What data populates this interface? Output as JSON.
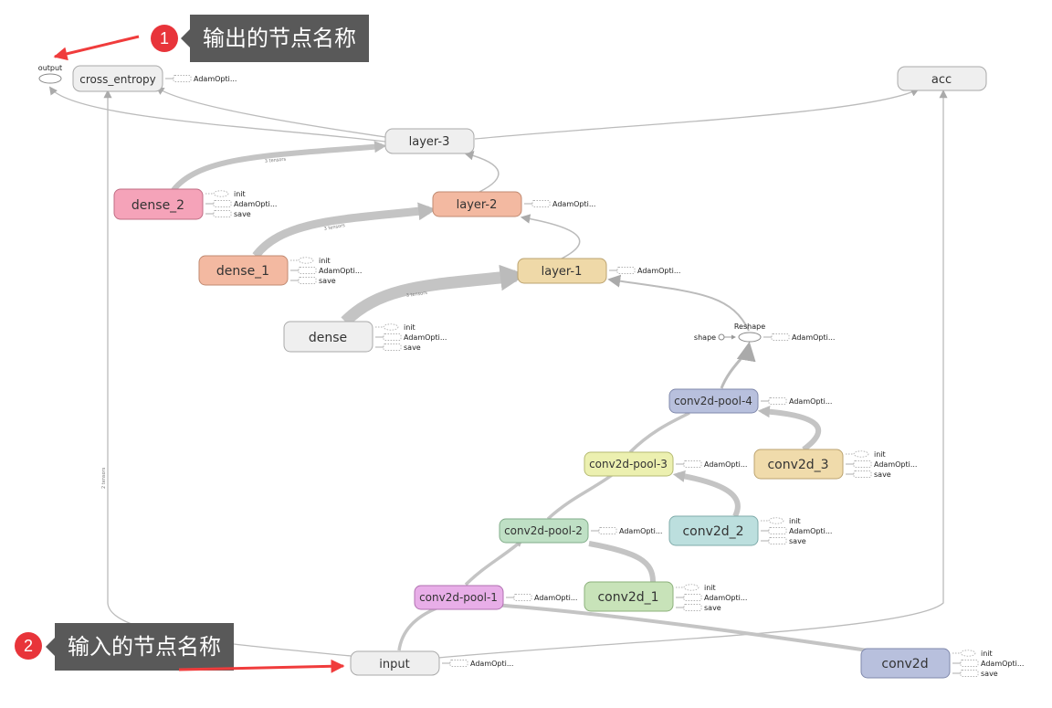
{
  "annotations": {
    "output_badge": "1",
    "output_callout": "输出的节点名称",
    "input_badge": "2",
    "input_callout": "输入的节点名称"
  },
  "nodes": {
    "output": "output",
    "cross_entropy": "cross_entropy",
    "acc": "acc",
    "layer3": "layer-3",
    "dense2": "dense_2",
    "layer2": "layer-2",
    "dense1": "dense_1",
    "layer1": "layer-1",
    "dense": "dense",
    "reshape": "Reshape",
    "shape": "shape",
    "pool4": "conv2d-pool-4",
    "pool3": "conv2d-pool-3",
    "conv2d_3": "conv2d_3",
    "pool2": "conv2d-pool-2",
    "conv2d_2": "conv2d_2",
    "pool1": "conv2d-pool-1",
    "conv2d_1": "conv2d_1",
    "input": "input",
    "conv2d": "conv2d"
  },
  "aux": {
    "adam": "AdamOpti...",
    "init": "init",
    "save": "save"
  },
  "edge_labels": {
    "tensors2": "2 tensors",
    "tensors3": "3 tensors"
  },
  "colors": {
    "gray": "#efefef",
    "pink": "#f5a3b9",
    "salmon": "#f3b9a1",
    "tan": "#efd9a8",
    "lavender": "#b8c0dd",
    "lightyellow": "#ecf0b0",
    "peach": "#f0dbab",
    "mint": "#bfe0c5",
    "teal": "#bcdfde",
    "violet": "#e8aee8",
    "green": "#c8e3b9",
    "arrow_red": "#f03c3c"
  }
}
